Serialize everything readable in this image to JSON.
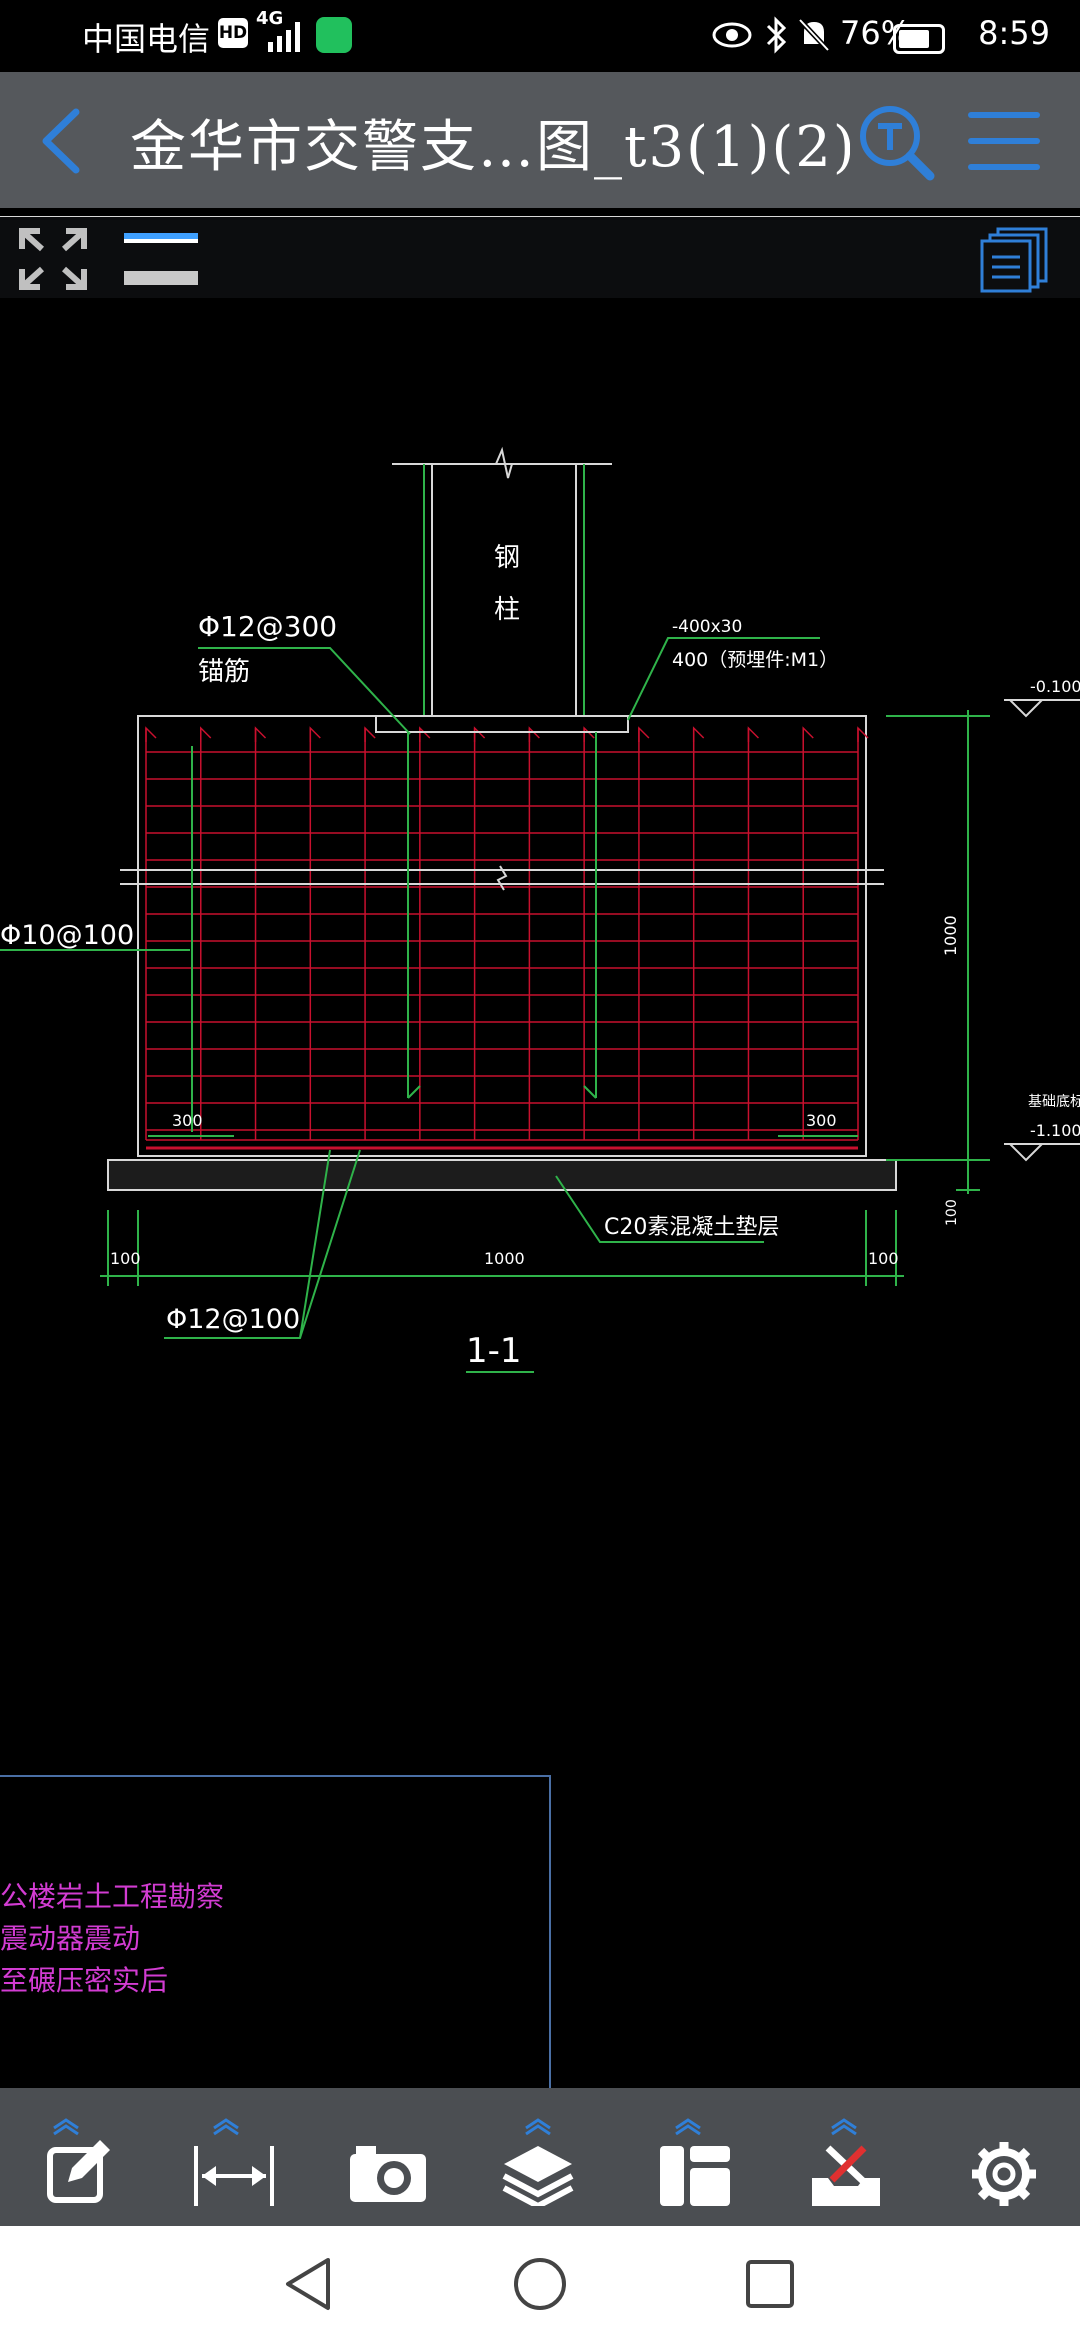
{
  "status_bar": {
    "carrier": "中国电信",
    "hd_badge": "HD",
    "network": "4G",
    "battery": "76%",
    "battery_level": 0.76,
    "time": "8:59"
  },
  "header": {
    "title": "金华市交警支…图_t3(1)(2)(1)"
  },
  "drawing": {
    "section_label": "1-1",
    "column_label_1": "钢",
    "column_label_2": "柱",
    "anchor_rebar": "Φ12@300",
    "anchor_label": "锚筋",
    "plate_size": "-400x30",
    "plate_note": "400（预埋件:M1）",
    "elevation_top": "-0.100",
    "elevation_bottom": "-1.100",
    "elevation_note": "基础底标高",
    "side_rebar": "Φ10@100",
    "dim_300_left": "300",
    "dim_300_right": "300",
    "dim_1000_vertical": "1000",
    "dim_100_vertical": "100",
    "dim_100_left": "100",
    "dim_1000_horizontal": "1000",
    "dim_100_right": "100",
    "bottom_rebar": "Φ12@100",
    "cushion": "C20素混凝土垫层",
    "notes": [
      "公楼岩土工程勘察",
      "震动器震动",
      "至碾压密实后"
    ]
  },
  "icons": {
    "back": "back-arrow-icon",
    "search": "text-search-icon",
    "menu": "hamburger-menu-icon",
    "fullscreen": "fullscreen-icon",
    "layout": "layout-lines-icon",
    "layers_list": "layers-list-icon",
    "edit": "edit-icon",
    "measure": "measure-icon",
    "camera": "camera-icon",
    "layers": "layers-icon",
    "panels": "panels-icon",
    "tools": "tools-icon",
    "settings": "gear-icon",
    "nav_back": "nav-back-icon",
    "nav_home": "nav-home-icon",
    "nav_recent": "nav-recent-icon"
  },
  "colors": {
    "accent": "#2f7fd8",
    "header_bg": "#55585c",
    "toolbar_bg": "#4b4e52",
    "cad_red": "#c8102e",
    "cad_green": "#2fb34a",
    "cad_magenta": "#d23cd2"
  }
}
